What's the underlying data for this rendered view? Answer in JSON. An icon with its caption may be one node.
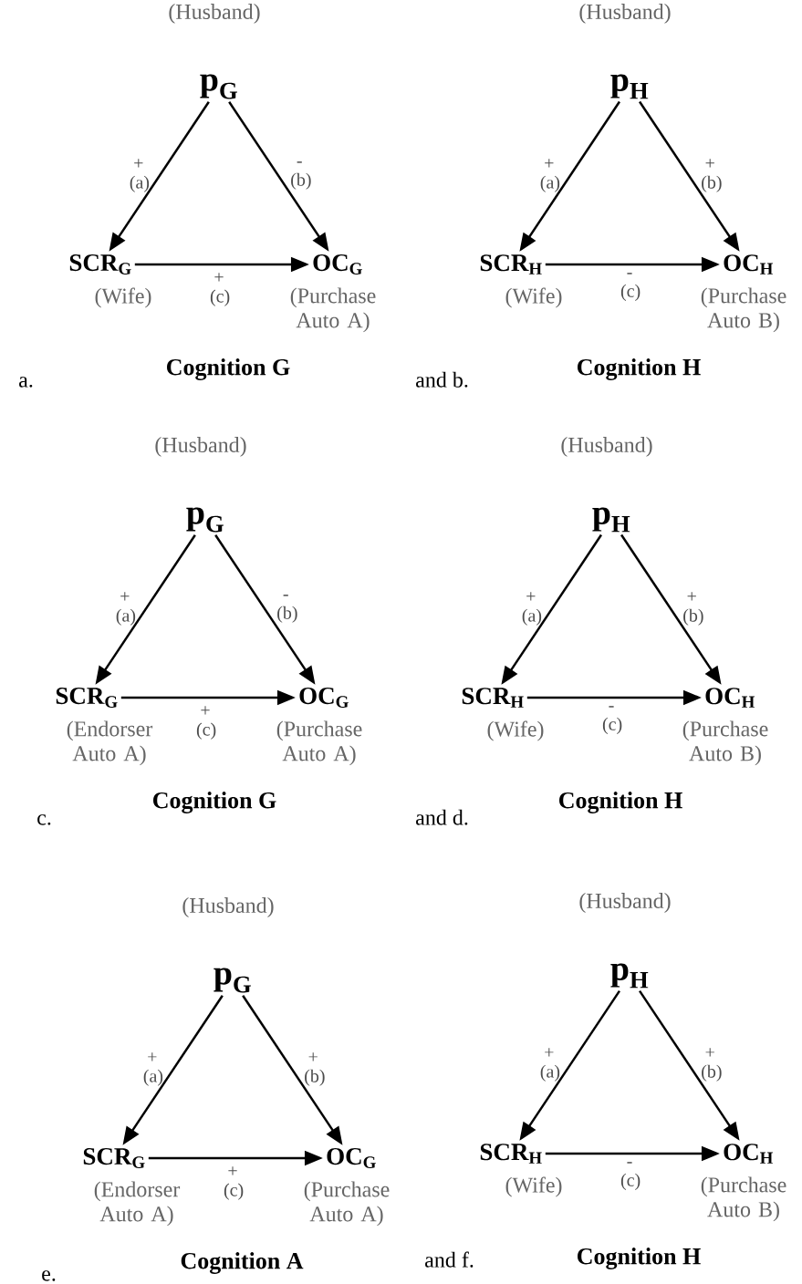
{
  "diagram": {
    "nodes": [
      {
        "text": [
          "p$_{G}$"
        ],
        "beside": [
          "(Husband)"
        ]
      },
      {
        "text": [
          "SCR$_{G}$"
        ],
        "beside": [
          "(Wife)"
        ]
      },
      {
        "text": [
          "OC$_{G}$"
        ],
        "beside": [
          "(Purchase Auto A)"
        ]
      },
      {
        "text": [
          "p$_{H}$"
        ],
        "beside": [
          "(Husband)"
        ]
      },
      {
        "text": [
          "SCR$_{H}$"
        ],
        "beside": [
          "(Wife)"
        ]
      },
      {
        "text": [
          "OC$_{H}$"
        ],
        "beside": [
          "(Purchase Auto B)"
        ]
      },
      {
        "text": [
          "p$_{G}$"
        ],
        "beside": [
          "(Husband)"
        ]
      },
      {
        "text": [
          "SCR$_{G}$"
        ],
        "beside": [
          "(Endorser Auto A)"
        ]
      },
      {
        "text": [
          "OC$_{G}$"
        ],
        "beside": [
          "(Purchase Auto A)"
        ]
      },
      {
        "text": [
          "p$_{H}$"
        ],
        "beside": [
          "(Husband)"
        ]
      },
      {
        "text": [
          "SCR$_{H}$"
        ],
        "beside": [
          "(Wife)"
        ]
      },
      {
        "text": [
          "OC$_{H}$"
        ],
        "beside": [
          "(Purchase Auto B)"
        ]
      },
      {
        "text": [
          "p$_{G}$"
        ],
        "beside": [
          "(Husband)"
        ]
      },
      {
        "text": [
          "SCR$_{G}$"
        ],
        "beside": [
          "(Endorser Auto A)"
        ]
      },
      {
        "text": [
          "OC$_{G}$"
        ],
        "beside": [
          "(Purchase Auto A)"
        ]
      },
      {
        "text": [
          "p$_{H}$"
        ],
        "beside": [
          "(Husband)"
        ]
      },
      {
        "text": [
          "SCR$_{H}$"
        ],
        "beside": [
          "(Wife)"
        ]
      },
      {
        "text": [
          "OC$_{H}$"
        ],
        "beside": [
          "(Purchase Auto B)"
        ]
      }
    ],
    "edges": [
      {
        "from": 0,
        "to": 1,
        "arrow": "to",
        "label": "+ (a)"
      },
      {
        "from": 0,
        "to": 2,
        "arrow": "to",
        "label": "- (b)"
      },
      {
        "from": 1,
        "to": 2,
        "arrow": "to",
        "label": "+ (c)"
      },
      {
        "from": 3,
        "to": 4,
        "arrow": "to",
        "label": "+ (a)"
      },
      {
        "from": 3,
        "to": 5,
        "arrow": "to",
        "label": "+ (b)"
      },
      {
        "from": 4,
        "to": 5,
        "arrow": "to",
        "label": "- (c)"
      },
      {
        "from": 6,
        "to": 7,
        "arrow": "to",
        "label": "+ (a)"
      },
      {
        "from": 6,
        "to": 8,
        "arrow": "to",
        "label": "- (b)"
      },
      {
        "from": 7,
        "to": 8,
        "arrow": "to",
        "label": "+ (c)"
      },
      {
        "from": 9,
        "to": 10,
        "arrow": "to",
        "label": "+ (a)"
      },
      {
        "from": 9,
        "to": 11,
        "arrow": "to",
        "label": "+ (b)"
      },
      {
        "from": 10,
        "to": 11,
        "arrow": "to",
        "label": "- (c)"
      },
      {
        "from": 12,
        "to": 13,
        "arrow": "to",
        "label": "+ (a)"
      },
      {
        "from": 12,
        "to": 14,
        "arrow": "to",
        "label": "+ (b)"
      },
      {
        "from": 13,
        "to": 14,
        "arrow": "to",
        "label": "+ (c)"
      },
      {
        "from": 15,
        "to": 16,
        "arrow": "to",
        "label": "+ (a)"
      },
      {
        "from": 15,
        "to": 17,
        "arrow": "to",
        "label": "+ (b)"
      },
      {
        "from": 16,
        "to": 17,
        "arrow": "to",
        "label": "- (c)"
      }
    ],
    "labels": [
      "a.",
      "Cognition G",
      "and b.",
      "Cognition H",
      "c.",
      "Cognition G",
      "and d.",
      "Cognition H",
      "e.",
      "Cognition A",
      "and f.",
      "Cognition H"
    ]
  }
}
